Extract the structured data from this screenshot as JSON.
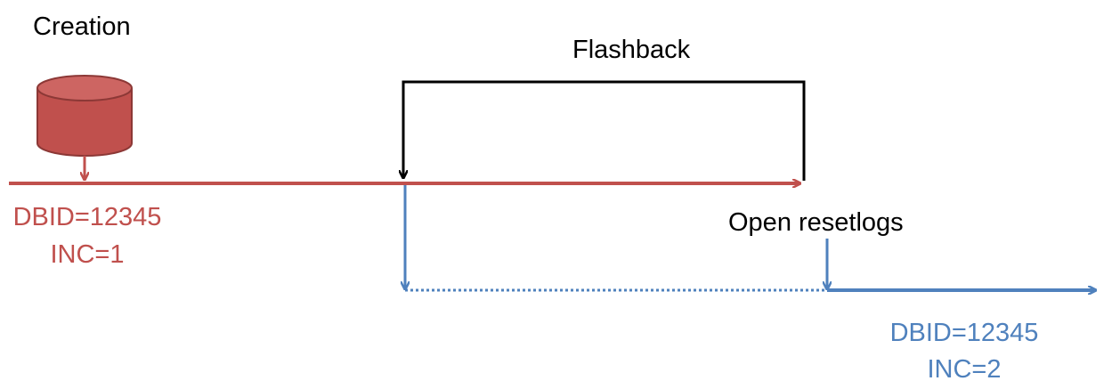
{
  "labels": {
    "creation": "Creation",
    "flashback": "Flashback",
    "open_resetlogs": "Open resetlogs",
    "incarnation1": {
      "dbid": "DBID=12345",
      "inc": "INC=1"
    },
    "incarnation2": {
      "dbid": "DBID=12345",
      "inc": "INC=2"
    }
  },
  "colors": {
    "incarnation1": "#c0504d",
    "incarnation2": "#4f81bd",
    "flashback": "#000000",
    "database_fill": "#c0504d",
    "database_stroke": "#8c3836"
  },
  "icons": {
    "database": "database-cylinder-icon"
  }
}
